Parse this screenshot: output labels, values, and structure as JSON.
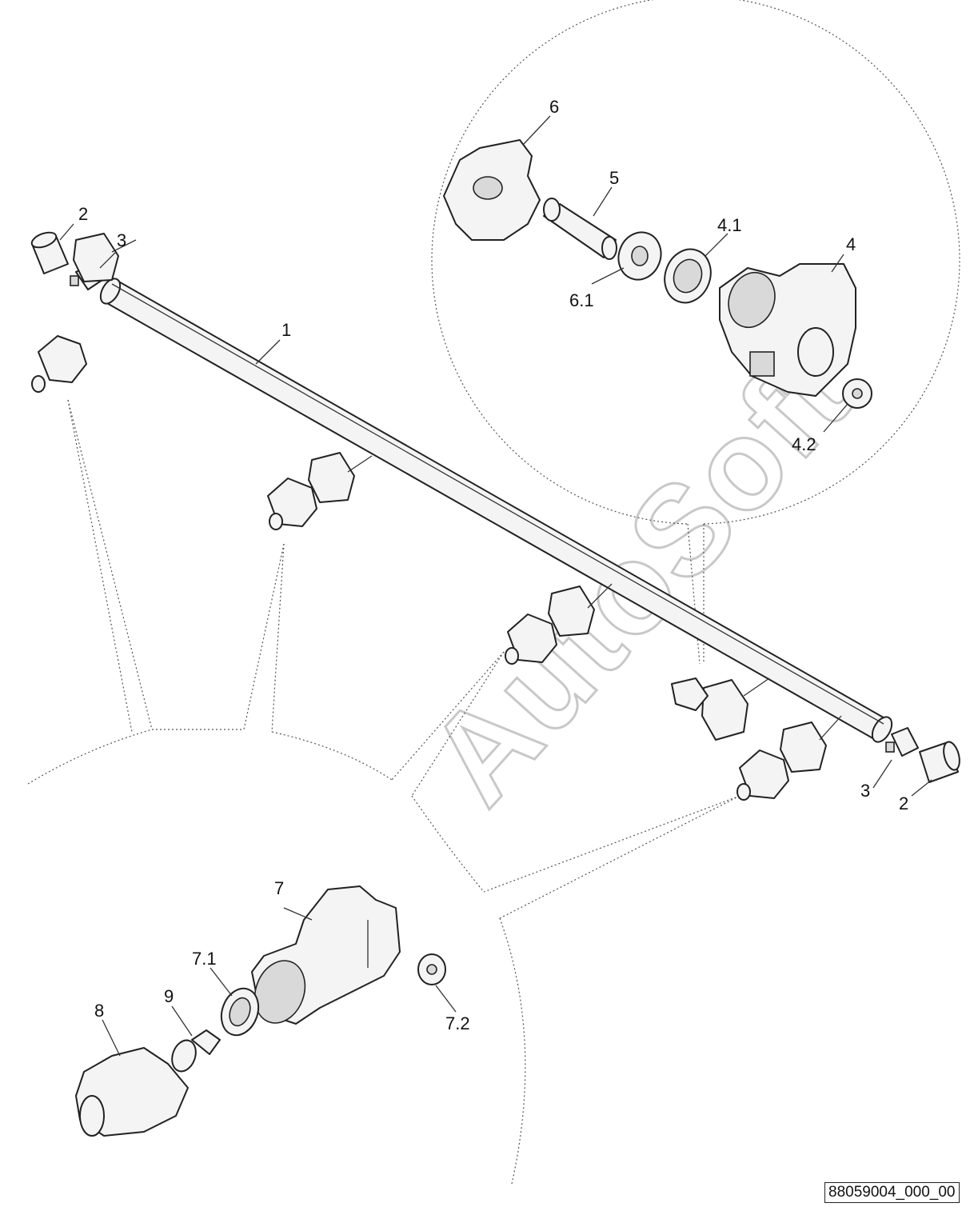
{
  "callouts": {
    "c1": "1",
    "c2_left": "2",
    "c3_left": "3",
    "c2_right": "2",
    "c3_right": "3",
    "c4": "4",
    "c4_1": "4.1",
    "c4_2": "4.2",
    "c5": "5",
    "c6": "6",
    "c6_1": "6.1",
    "c7": "7",
    "c7_1": "7.1",
    "c7_2": "7.2",
    "c8": "8",
    "c9": "9"
  },
  "watermark": "AutoSoft",
  "reference_code": "88059004_000_00",
  "colors": {
    "ink": "#222222",
    "watermark": "#c8c8c8",
    "background": "#ffffff"
  }
}
